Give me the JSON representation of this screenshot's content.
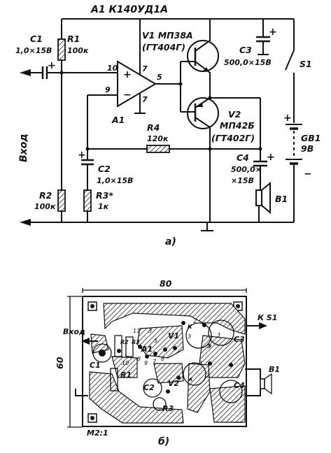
{
  "schematic": {
    "ic_label": "A1 К140УД1А",
    "ic_ref": "A1",
    "pins": {
      "in_plus": "10",
      "in_minus": "9",
      "v_pos": "7",
      "out": "5",
      "v_neg": "7"
    },
    "c1": {
      "ref": "C1",
      "value": "1,0×15В"
    },
    "r1": {
      "ref": "R1",
      "value": "100к"
    },
    "r2": {
      "ref": "R2",
      "value": "100к"
    },
    "c2": {
      "ref": "C2",
      "value": "1,0×15В"
    },
    "r3": {
      "ref": "R3*",
      "value": "1к"
    },
    "r4": {
      "ref": "R4",
      "value": "120к"
    },
    "v1": {
      "ref": "V1 МП38А",
      "alt": "(ГТ404Г)"
    },
    "v2": {
      "ref": "V2",
      "type": "МП42Б",
      "alt": "(ГТ402Г)"
    },
    "c3": {
      "ref": "C3",
      "value": "500,0×15В"
    },
    "c4": {
      "ref": "C4",
      "value1": "500,0×",
      "value2": "×15В"
    },
    "s1": "S1",
    "gb1": {
      "ref": "GB1",
      "value": "9В"
    },
    "b1": "B1",
    "input_label": "Вход",
    "plus": "+",
    "minus": "−",
    "caption": "а)"
  },
  "board": {
    "width_dim": "80",
    "height_dim": "60",
    "input_label": "Вход",
    "to_s1": "К S1",
    "scale": "М2:1",
    "caption": "б)",
    "refs": {
      "r2": "R2",
      "r3": "R3",
      "c1": "C1",
      "r1": "R1",
      "c2": "C2",
      "a1": "A1",
      "v1": "V1",
      "v2": "V2",
      "c3": "C3",
      "c4": "C4",
      "b1": "B1",
      "k": "К",
      "e": "Э",
      "k2": "к"
    },
    "pin_numbers": [
      "3",
      "5",
      "2",
      "3",
      "11",
      "8",
      "9",
      "7",
      "10",
      "6",
      "3",
      "2",
      "3"
    ]
  }
}
